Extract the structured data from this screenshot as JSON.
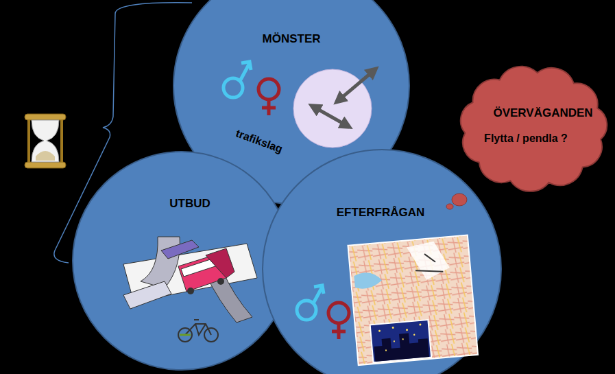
{
  "diagram": {
    "nodes": [
      {
        "text": [
          "MÖNSTER",
          "trafikslag"
        ]
      },
      {
        "text": [
          "UTBUD"
        ]
      },
      {
        "text": [
          "EFTERFRÅGAN"
        ]
      },
      {
        "text": [
          "ÖVERVÄGANDEN",
          "Flytta / pendla ?"
        ]
      }
    ]
  }
}
